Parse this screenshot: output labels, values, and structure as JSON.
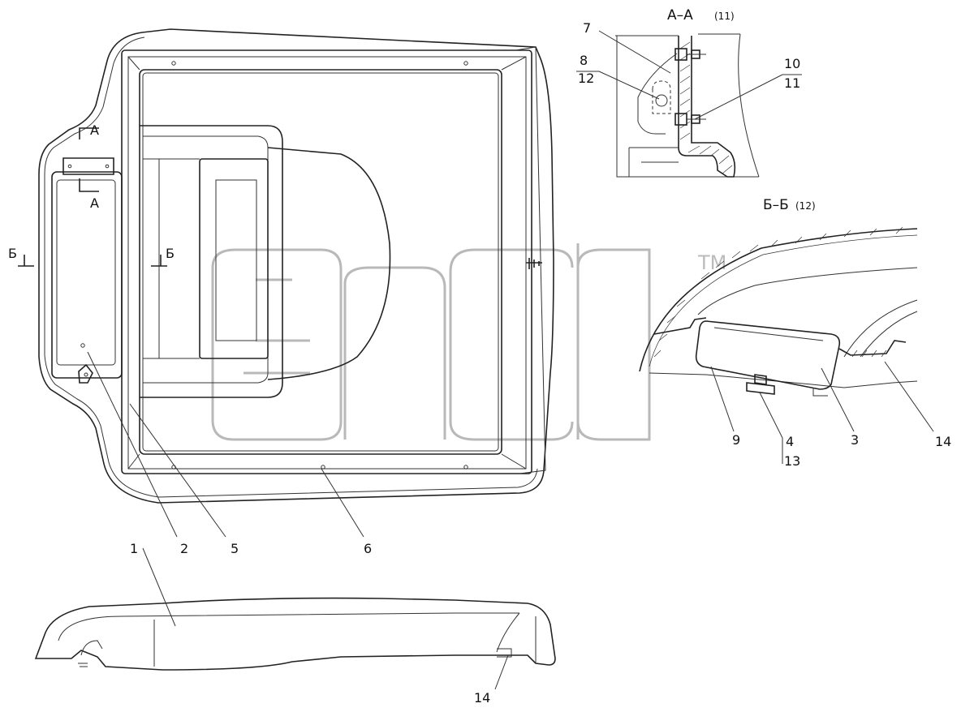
{
  "section_aa": {
    "title": "А–А",
    "ref": "(11)"
  },
  "section_bb": {
    "title": "Б–Б",
    "ref": "(12)"
  },
  "cut_marks": {
    "a_top": "А",
    "a_bottom": "А",
    "b_left": "Б",
    "b_right": "Б"
  },
  "watermark": {
    "letters": "эпсb",
    "trademark": "TM"
  },
  "callouts": {
    "c1": "1",
    "c2": "2",
    "c3": "3",
    "c4": "4",
    "c5": "5",
    "c6": "6",
    "c7": "7",
    "c8": "8",
    "c9": "9",
    "c10": "10",
    "c11": "11",
    "c12": "12",
    "c13": "13",
    "c14_right": "14",
    "c14_bottom": "14"
  }
}
